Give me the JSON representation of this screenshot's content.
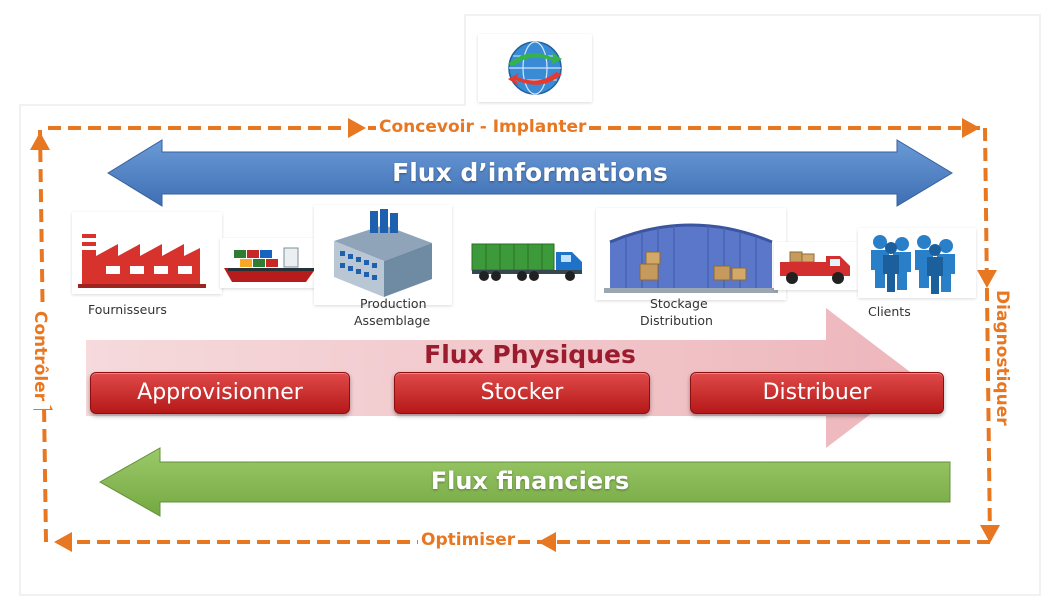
{
  "cycle": {
    "top": "Concevoir - Implanter",
    "right": "Diagnostiquer",
    "bottom": "Optimiser",
    "left": "Contrôler"
  },
  "flows": {
    "information": "Flux d’informations",
    "physical": "Flux Physiques",
    "financial": "Flux financiers"
  },
  "actors": {
    "suppliers": "Fournisseurs",
    "production_line1": "Production",
    "production_line2": "Assemblage",
    "storage_line1": "Stockage",
    "storage_line2": "Distribution",
    "clients": "Clients"
  },
  "actions": [
    "Approvisionner",
    "Stocker",
    "Distribuer"
  ],
  "icons": [
    "globe-icon",
    "factory-icon",
    "cargo-ship-icon",
    "production-building-icon",
    "truck-icon",
    "warehouse-icon",
    "delivery-van-icon",
    "clients-icon"
  ],
  "colors": {
    "cycle": "#e87722",
    "information": "#4a7ec2",
    "physical": "#f2c4c8",
    "physical_text": "#9b1c2e",
    "actions": "#c42020",
    "financial": "#80b54a"
  }
}
